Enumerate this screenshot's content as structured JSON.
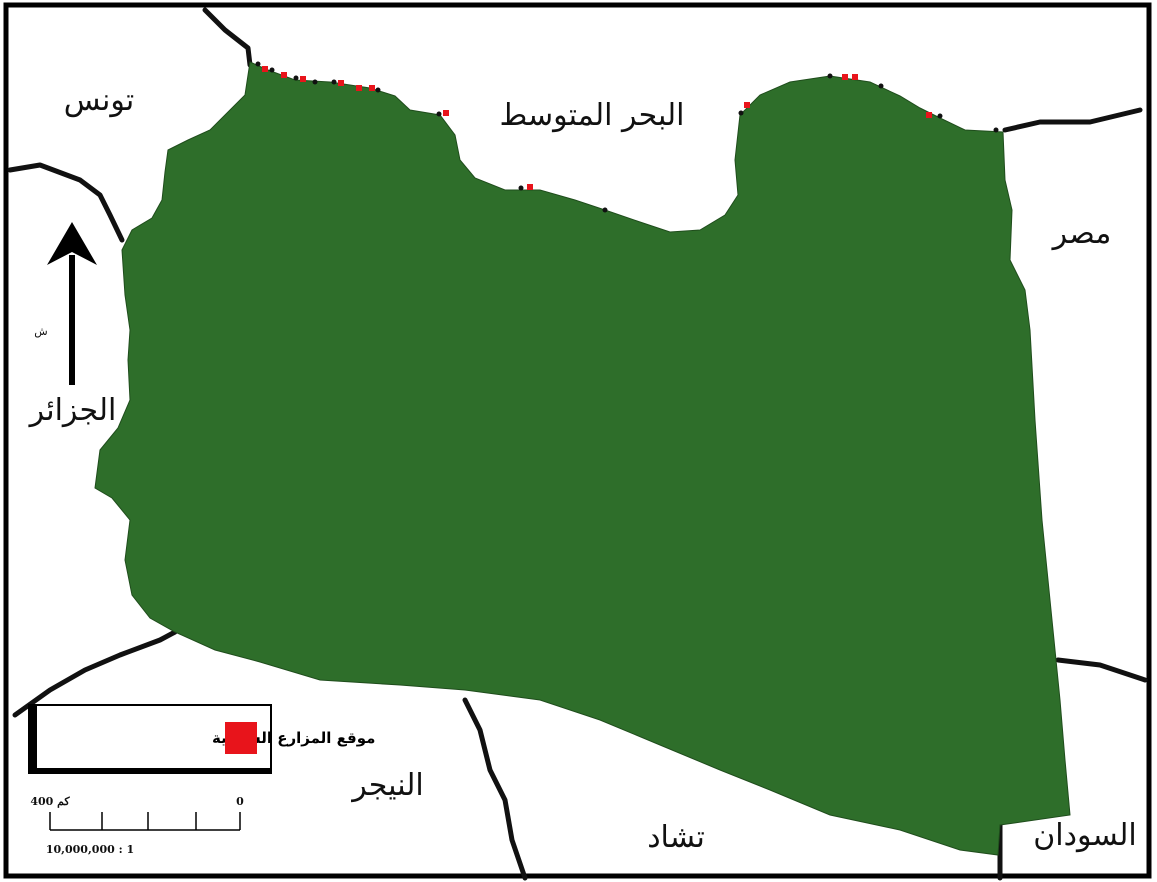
{
  "countries": {
    "tunisia": "تونس",
    "algeria": "الجزائر",
    "egypt": "مصر",
    "niger": "النيجر",
    "chad": "تشاد",
    "sudan": "السودان"
  },
  "sea": "البحر المتوسط",
  "north_label": "ش",
  "legend": {
    "label": "موقع المزارع السمكية",
    "marker_color": "#e8141b"
  },
  "scale": {
    "left_label": "400 كم",
    "right_label": "0",
    "ratio": "10,000,000 : 1"
  },
  "colors": {
    "land": "#2e6e2a",
    "border": "#111111",
    "farm": "#e8141b"
  }
}
